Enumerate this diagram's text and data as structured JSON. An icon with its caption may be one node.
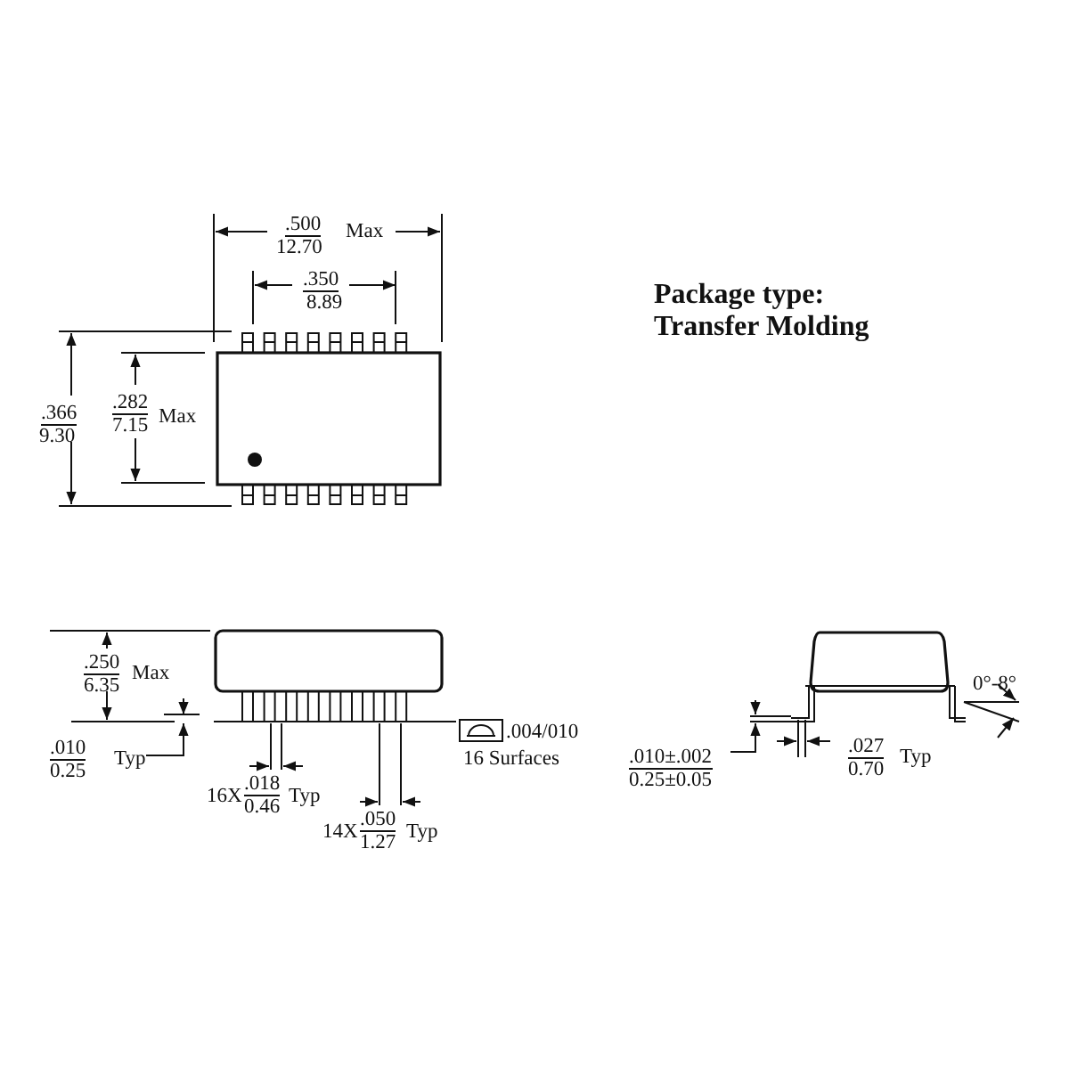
{
  "diagram": {
    "labels": [
      ".500",
      "12.70",
      "Max",
      ".350",
      "8.89",
      "Package type: Transfer Molding",
      ".366",
      "9.30",
      ".282",
      "7.15",
      "Max",
      ".250",
      "6.35",
      "Max",
      ".010",
      "0.25",
      "Typ",
      ".004/010",
      "16 Surfaces",
      "16X",
      ".018",
      "0.46",
      "Typ",
      "14X",
      ".050",
      "1.27",
      "Typ",
      ".010±.002",
      "0.25±0.05",
      ".027",
      "0.70",
      "Typ",
      "0°-8°"
    ]
  }
}
